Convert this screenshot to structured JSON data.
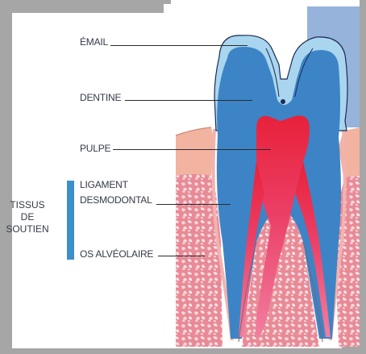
{
  "labels": {
    "email": "ÉMAIL",
    "dentine": "DENTINE",
    "pulpe": "PULPE",
    "ligament_line1": "LIGAMENT",
    "ligament_line2": "DESMODONTAL",
    "os": "OS ALVÉOLAIRE"
  },
  "group_label": {
    "line1": "TISSUS",
    "line2": "DE",
    "line3": "SOUTIEN"
  },
  "colors": {
    "enamel": "#a9d6ee",
    "dentine": "#3d84c6",
    "pulp": "#e8243b",
    "gum": "#f2b3a0",
    "bone": "#e87f8e",
    "bracket": "#3d8fc9",
    "frame_gray": "#a6a6a6"
  }
}
